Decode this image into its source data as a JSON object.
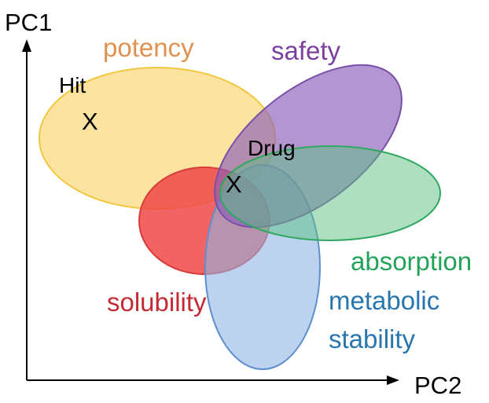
{
  "axes": {
    "y_label": "PC1",
    "x_label": "PC2"
  },
  "regions": {
    "potency": {
      "label": "potency",
      "fill": "#FCE4A0",
      "stroke": "#F2C740",
      "label_color": "#E0904F"
    },
    "solubility": {
      "label": "solubility",
      "fill": "#F04848",
      "stroke": "#D93A3A",
      "label_color": "#C42A34"
    },
    "metabolic_stability": {
      "label_line1": "metabolic",
      "label_line2": "stability",
      "fill": "#8FB4E3",
      "stroke": "#5E90CF",
      "label_color": "#2776AE"
    },
    "safety": {
      "label": "safety",
      "fill": "#8B5DB8",
      "stroke": "#7A4FA8",
      "label_color": "#7B3FA0"
    },
    "absorption": {
      "label": "absorption",
      "fill": "#5CBF82",
      "stroke": "#2FA860",
      "label_color": "#22A35A"
    }
  },
  "markers": {
    "hit": {
      "label": "Hit",
      "symbol": "X"
    },
    "drug": {
      "label": "Drug",
      "symbol": "X"
    }
  }
}
